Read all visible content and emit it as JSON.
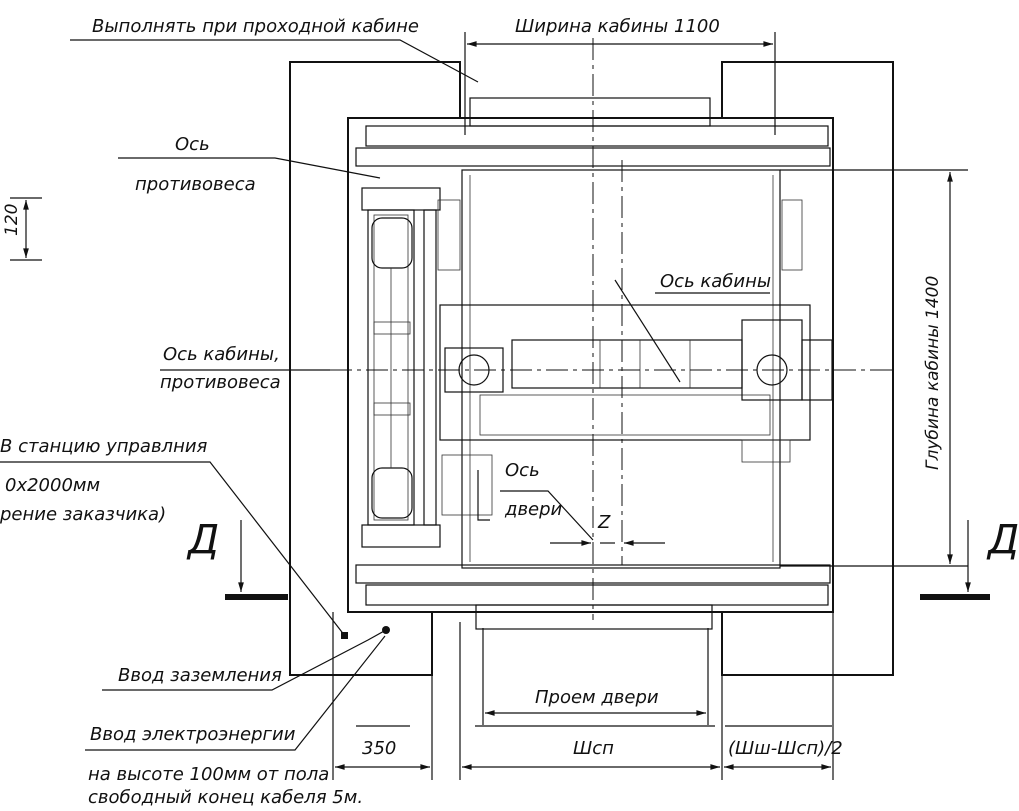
{
  "labels": {
    "through_cabin": "Выполнять при проходной кабине",
    "cabin_width": "Ширина кабины 1100",
    "cw_axis_1": "Ось",
    "cw_axis_2": "противовеса",
    "dim_120": "120",
    "cabin_axis": "Ось кабины",
    "cabin_cw_axis_1": "Ось кабины,",
    "cabin_cw_axis_2": "противовеса",
    "control_station_1": "В станцию управлния",
    "control_station_2": "0х2000мм",
    "control_station_3": "рение заказчика)",
    "section_left": "Д",
    "section_right": "Д",
    "door_axis_1": "Ось",
    "door_axis_2": "двери",
    "z_mark": "Z",
    "cabin_depth": "Глубина кабины 1400",
    "grounding": "Ввод заземления",
    "power_input": "Ввод электроэнергии",
    "door_opening": "Проем двери",
    "dim_350": "350",
    "dim_shsp": "Шсп",
    "dim_formula": "(Шш-Шсп)/2",
    "cable_note_1": "на высоте 100мм от пола",
    "cable_note_2": "свободный конец кабеля 5м."
  }
}
